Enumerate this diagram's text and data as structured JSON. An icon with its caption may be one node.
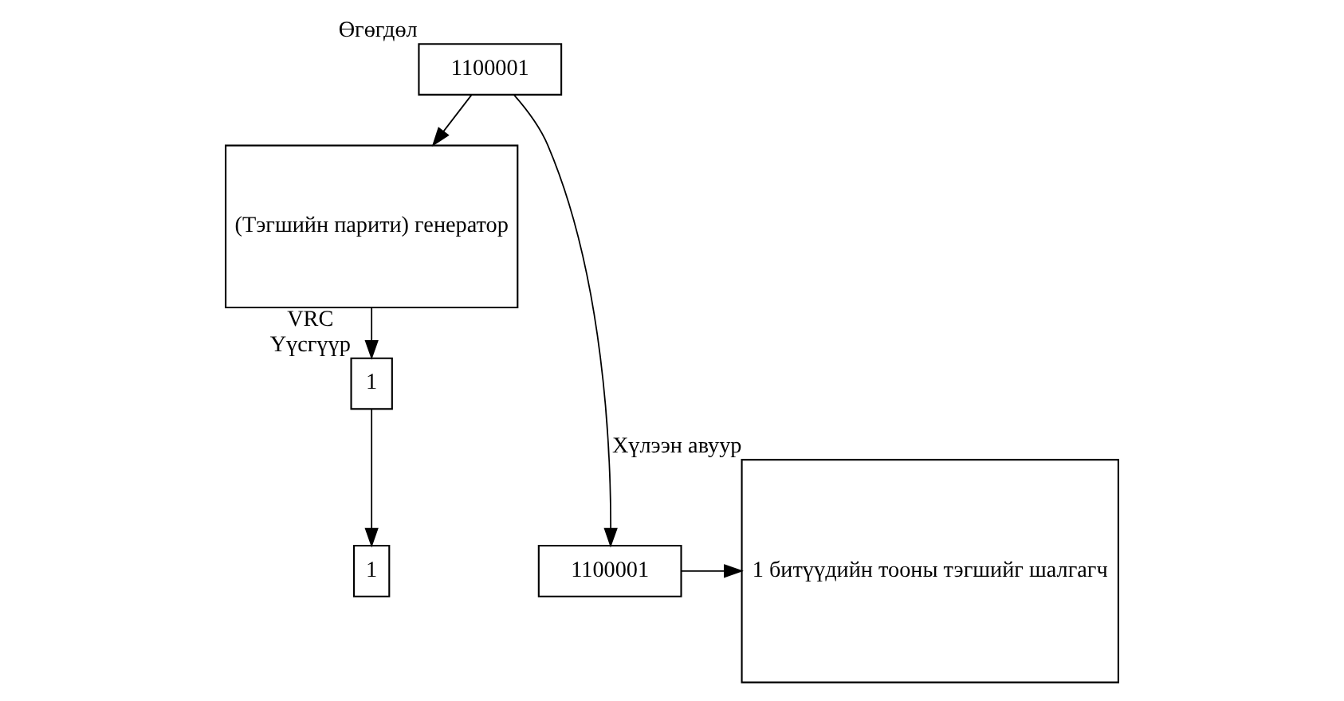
{
  "diagram": {
    "nodes": [
      {
        "text": [
          "1100001"
        ],
        "beside": [
          "Өгөгдөл"
        ]
      },
      {
        "text": [
          "(Тэгшийн парити) генератор"
        ]
      },
      {
        "text": [
          "1"
        ],
        "beside": [
          "VRC",
          "Үүсгүүр"
        ]
      },
      {
        "text": [
          "1 битүүдийн тооны тэгшийг шалгагч"
        ],
        "beside": [
          "Хүлээн авуур"
        ]
      },
      {
        "text": [
          "1100001"
        ]
      },
      {
        "text": [
          "1"
        ]
      }
    ],
    "edges": [
      {
        "from": 0,
        "to": 1,
        "arrow": "to"
      },
      {
        "from": 1,
        "to": 2,
        "arrow": "to"
      },
      {
        "from": 0,
        "to": 4,
        "arrow": "to"
      },
      {
        "from": 2,
        "to": 5,
        "arrow": "to"
      },
      {
        "from": 4,
        "to": 3,
        "arrow": "to"
      }
    ]
  }
}
